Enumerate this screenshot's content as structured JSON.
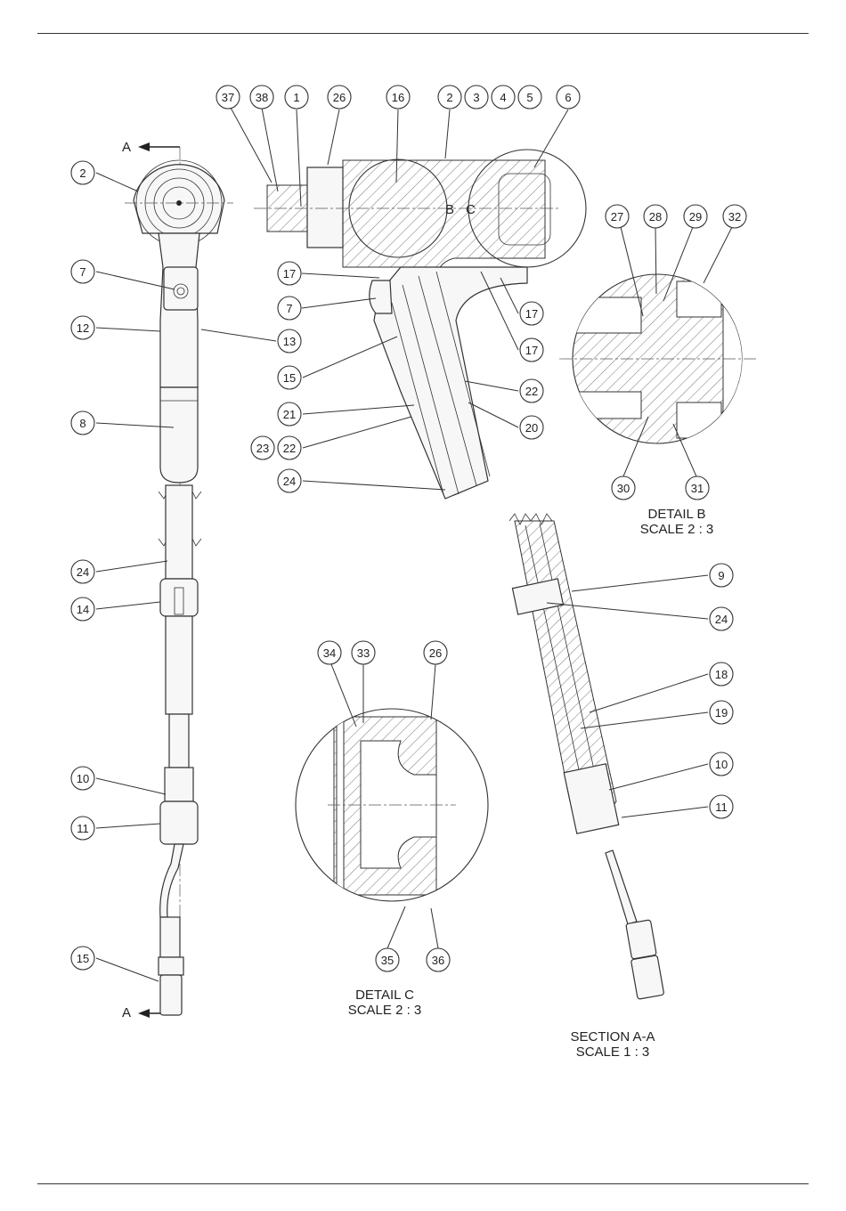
{
  "section_marker": "A",
  "views": {
    "detail_b": {
      "title": "DETAIL B",
      "scale": "SCALE 2 : 3"
    },
    "detail_c": {
      "title": "DETAIL C",
      "scale": "SCALE 2 : 3"
    },
    "section_aa": {
      "title": "SECTION A-A",
      "scale": "SCALE 1 : 3"
    }
  },
  "detail_marks": {
    "b": "B",
    "c": "C"
  },
  "balloons": {
    "top": [
      "37",
      "38",
      "1",
      "26",
      "16",
      "2",
      "3",
      "4",
      "5",
      "6"
    ],
    "main_left": [
      "17",
      "7",
      "15",
      "21",
      "23",
      "22",
      "24"
    ],
    "main_right": [
      "17",
      "17",
      "22",
      "20"
    ],
    "left_view": [
      "2",
      "7",
      "12",
      "13",
      "8",
      "24",
      "14",
      "10",
      "11",
      "15"
    ],
    "detail_b": [
      "27",
      "28",
      "29",
      "32",
      "30",
      "31"
    ],
    "section_right": [
      "9",
      "24",
      "18",
      "19",
      "10",
      "11"
    ],
    "detail_c": [
      "34",
      "33",
      "26",
      "35",
      "36"
    ]
  }
}
